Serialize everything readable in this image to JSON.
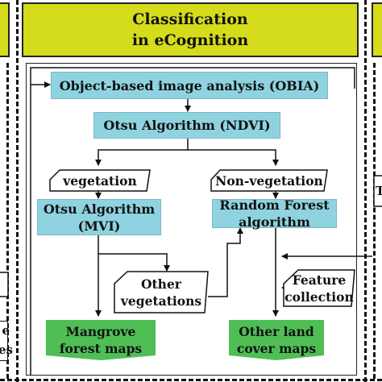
{
  "header": {
    "line1": "Classification",
    "line2": "in eCognition"
  },
  "nodes": {
    "obia": "Object-based image analysis (OBIA)",
    "otsu_ndvi": "Otsu Algorithm (NDVI)",
    "vegetation": "vegetation",
    "non_vegetation": "Non-vegetation",
    "otsu_mvi_1": "Otsu Algorithm",
    "otsu_mvi_2": "(MVI)",
    "rf_1": "Random Forest",
    "rf_2": "algorithm",
    "other_veg_1": "Other",
    "other_veg_2": "vegetations",
    "feature_1": "Feature",
    "feature_2": "collection",
    "mangrove_1": "Mangrove",
    "mangrove_2": "forest maps",
    "other_land_1": "Other land",
    "other_land_2": "cover maps"
  },
  "left_panel": {
    "line1": "e",
    "line2": "es"
  },
  "right_panel": {
    "line1": "T"
  },
  "colors": {
    "header": "#d4dc1c",
    "process": "#8fd3e0",
    "output": "#4fbe55"
  }
}
